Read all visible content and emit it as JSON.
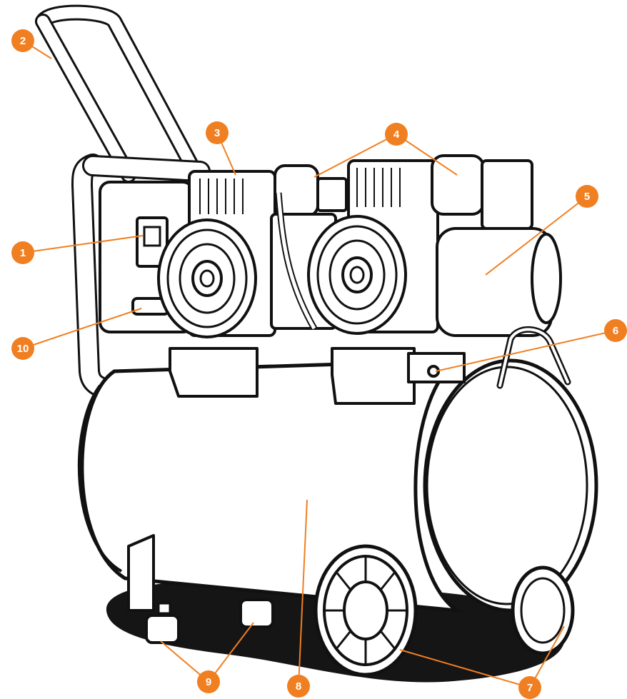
{
  "figure": {
    "accent_color": "#F07F22",
    "line_color": "#111111",
    "shadow_color": "#151515",
    "callouts": [
      {
        "id": "c1",
        "label": "1"
      },
      {
        "id": "c2",
        "label": "2"
      },
      {
        "id": "c3",
        "label": "3"
      },
      {
        "id": "c4",
        "label": "4"
      },
      {
        "id": "c5",
        "label": "5"
      },
      {
        "id": "c6",
        "label": "6"
      },
      {
        "id": "c7",
        "label": "7"
      },
      {
        "id": "c8",
        "label": "8"
      },
      {
        "id": "c9",
        "label": "9"
      },
      {
        "id": "c10",
        "label": "10"
      }
    ]
  }
}
